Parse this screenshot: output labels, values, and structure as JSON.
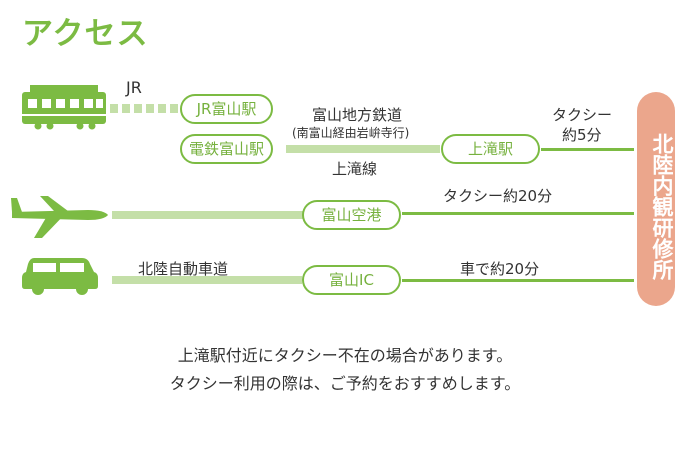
{
  "title": "アクセス",
  "destination": "北陸内観研修所",
  "routes": {
    "rail": {
      "jr_label": "JR",
      "jr_station": "JR富山駅",
      "dentetsu_station": "電鉄富山駅",
      "line_name_1": "富山地方鉄道",
      "line_name_2": "(南富山経由岩峅寺行)",
      "line_name_3": "上滝線",
      "kamidaki_station": "上滝駅",
      "taxi_1": "タクシー",
      "taxi_2": "約5分"
    },
    "air": {
      "airport": "富山空港",
      "taxi": "タクシー約20分"
    },
    "car": {
      "highway": "北陸自動車道",
      "ic": "富山IC",
      "drive": "車で約20分"
    }
  },
  "notes": [
    "上滝駅付近にタクシー不在の場合があります。",
    "タクシー利用の際は、ご予約をおすすめします。"
  ],
  "colors": {
    "green": "#7cbb43",
    "light_green": "#c4dfa8",
    "salmon": "#eba68c"
  },
  "icons": [
    "train-icon",
    "airplane-icon",
    "car-icon"
  ]
}
